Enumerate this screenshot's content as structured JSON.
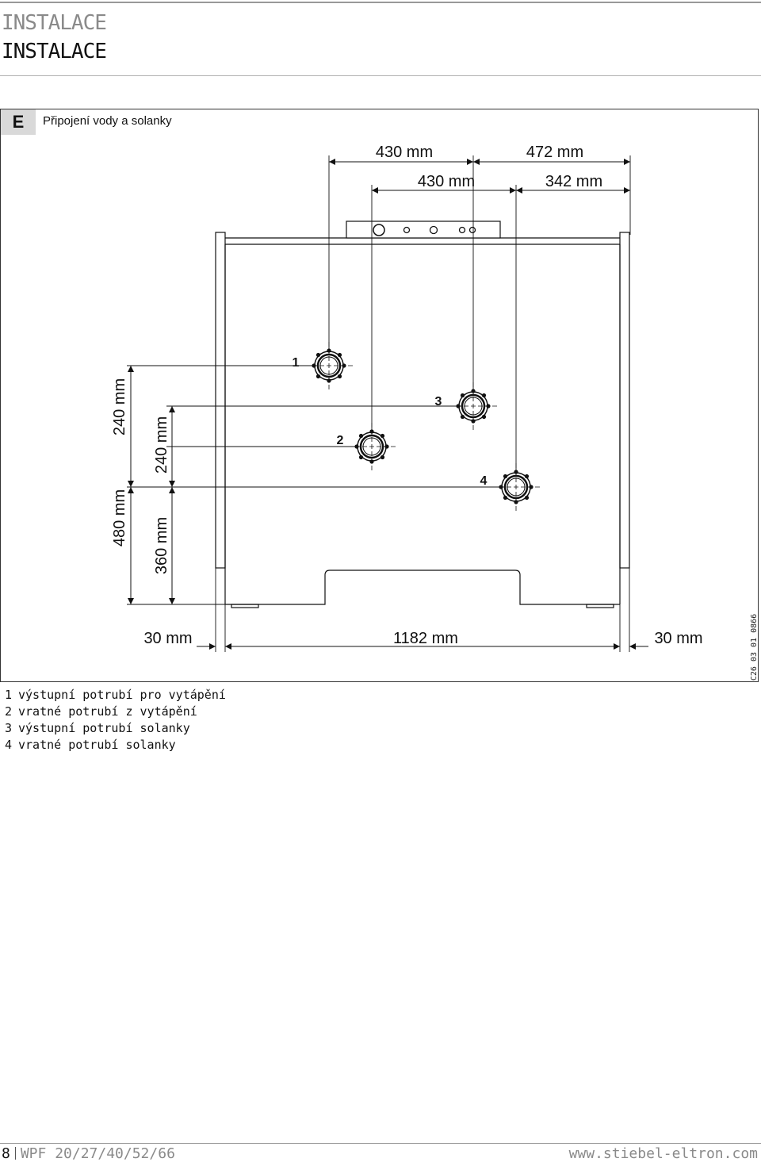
{
  "header": {
    "section_gray": "INSTALACE",
    "section_black": "INSTALACE"
  },
  "figure": {
    "badge": "E",
    "title": "Připojení vody a solanky",
    "code": "C26_03_01_0866",
    "dims": {
      "top_left_1": "430 mm",
      "top_right_1": "472 mm",
      "top_left_2": "430 mm",
      "top_right_2": "342 mm",
      "side_480": "480 mm",
      "side_240_outer": "240 mm",
      "side_360": "360 mm",
      "side_240_inner": "240 mm",
      "bottom_left": "30 mm",
      "bottom_center": "1182 mm",
      "bottom_right": "30 mm"
    },
    "markers": [
      "1",
      "2",
      "3",
      "4"
    ]
  },
  "legend": [
    {
      "num": "1",
      "text": "výstupní potrubí pro vytápění"
    },
    {
      "num": "2",
      "text": "vratné potrubí z vytápění"
    },
    {
      "num": "3",
      "text": "výstupní potrubí solanky"
    },
    {
      "num": "4",
      "text": "vratné potrubí solanky"
    }
  ],
  "footer": {
    "page": "8",
    "doc": "WPF 20/27/40/52/66",
    "url": "www.stiebel-eltron.com"
  }
}
